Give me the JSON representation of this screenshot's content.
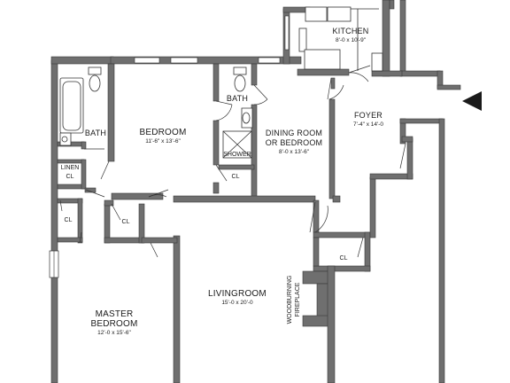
{
  "rooms": {
    "kitchen": {
      "name": "KITCHEN",
      "dims": "8'-0 x 10'-9\""
    },
    "foyer": {
      "name": "FOYER",
      "dims": "7'-4\" x 14'-0"
    },
    "bedroom": {
      "name": "BEDROOM",
      "dims": "11'-6\" x 13'-6\""
    },
    "bath_center": {
      "name": "BATH"
    },
    "bath_left": {
      "name": "BATH"
    },
    "dining": {
      "name_line1": "DINING ROOM",
      "name_line2": "OR BEDROOM",
      "dims": "8'-0 x 13'-6\""
    },
    "shower": {
      "name": "SHOWER"
    },
    "linen": {
      "name_line1": "LINEN",
      "name_line2": "CL"
    },
    "living": {
      "name": "LIVINGROOM",
      "dims": "15'-0 x 20'-0"
    },
    "master": {
      "name_line1": "MASTER",
      "name_line2": "BEDROOM",
      "dims": "12'-0 x 15'-6\""
    },
    "fireplace": {
      "name_line1": "WOODBURNING",
      "name_line2": "FIREPLACE"
    }
  },
  "closets": {
    "center_cl": "CL",
    "left_cl": "CL",
    "mid_cl": "CL",
    "foyer_cl": "CL"
  },
  "entry_marker": {
    "icon": "entry-arrow-icon"
  },
  "colors": {
    "wall": "#6f6f6f",
    "line": "#333333"
  }
}
